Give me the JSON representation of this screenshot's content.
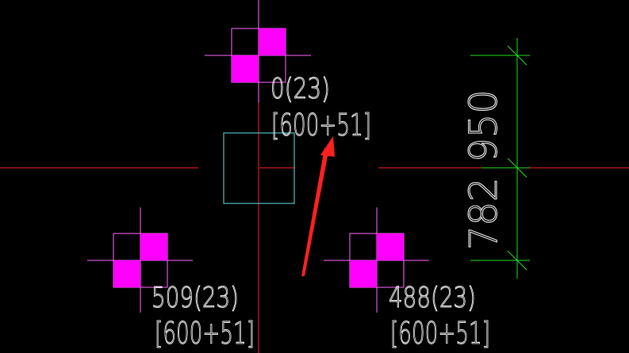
{
  "colors": {
    "background": "#000000",
    "axis_line": "#ff2020",
    "column_outline": "#5fe0e0",
    "marker_fill": "#ff00ff",
    "marker_line": "#ff66ff",
    "label_text": "#e8e8e8",
    "dimension": "#22dd22",
    "annotation_arrow": "#ff2020"
  },
  "points": [
    {
      "name": "top",
      "value_label": "0(23)",
      "bracket_label": "[600+51]"
    },
    {
      "name": "bottom-left",
      "value_label": "509(23)",
      "bracket_label": "[600+51]"
    },
    {
      "name": "bottom-right",
      "value_label": "488(23)",
      "bracket_label": "[600+51]"
    }
  ],
  "dimensions": {
    "upper": "950",
    "lower": "782"
  },
  "icons": {
    "marker": "checker-square-icon",
    "arrow": "arrow-pointer-icon"
  }
}
